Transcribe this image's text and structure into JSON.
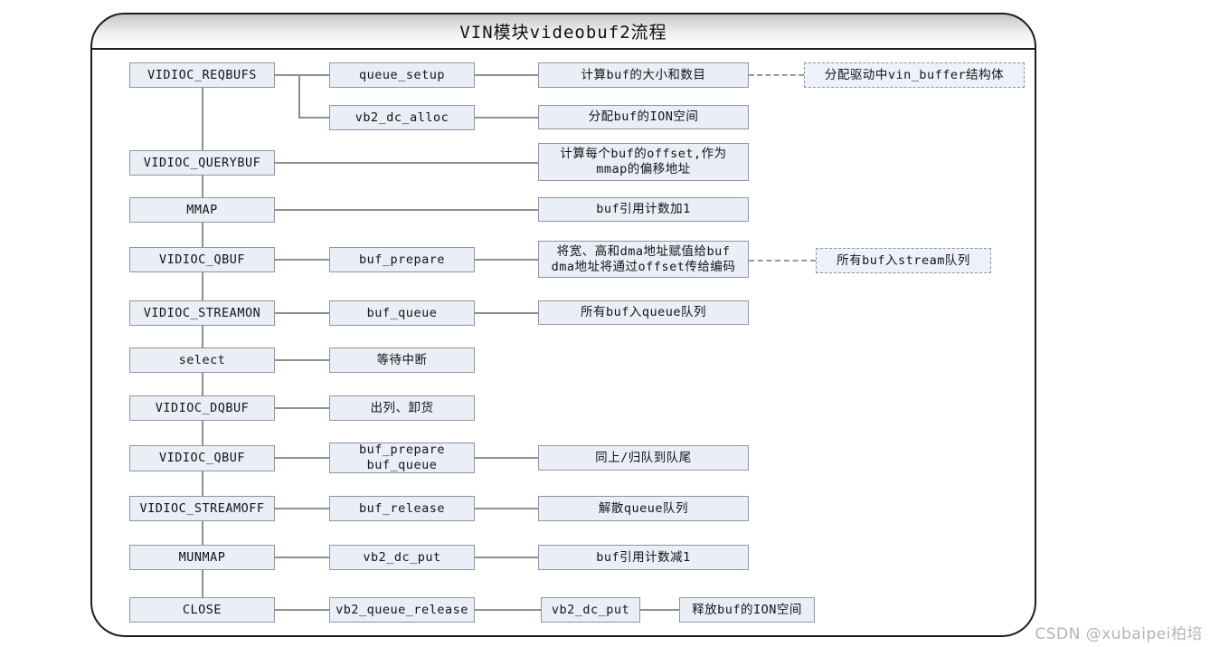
{
  "title": "VIN模块videobuf2流程",
  "watermark": "CSDN @xubaipei柏培",
  "colors": {
    "node_fill": "#e9eef7",
    "node_border": "#8f96a0",
    "connector": "#8f8f8f",
    "frame_border": "#1c1c1c",
    "title_gradient_top": "#c7c7c7"
  },
  "nodes": {
    "reqbufs": {
      "label": "VIDIOC_REQBUFS"
    },
    "queue_setup": {
      "label": "queue_setup"
    },
    "calc_buf": {
      "label": "计算buf的大小和数目"
    },
    "alloc_struct": {
      "label": "分配驱动中vin_buffer结构体"
    },
    "vb2_dc_alloc": {
      "label": "vb2_dc_alloc"
    },
    "alloc_ion": {
      "label": "分配buf的ION空间"
    },
    "querybuf": {
      "label": "VIDIOC_QUERYBUF"
    },
    "calc_offset": {
      "label": "计算每个buf的offset,作为\nmmap的偏移地址"
    },
    "mmap": {
      "label": "MMAP"
    },
    "refcount_inc": {
      "label": "buf引用计数加1"
    },
    "qbuf": {
      "label": "VIDIOC_QBUF"
    },
    "buf_prepare": {
      "label": "buf_prepare"
    },
    "assign_dma": {
      "label": "将宽、高和dma地址赋值给buf\ndma地址将通过offset传给编码"
    },
    "stream_queue": {
      "label": "所有buf入stream队列"
    },
    "streamon": {
      "label": "VIDIOC_STREAMON"
    },
    "buf_queue": {
      "label": "buf_queue"
    },
    "all_queue": {
      "label": "所有buf入queue队列"
    },
    "select": {
      "label": "select"
    },
    "wait_irq": {
      "label": "等待中断"
    },
    "dqbuf": {
      "label": "VIDIOC_DQBUF"
    },
    "dequeue_unload": {
      "label": "出列、卸货"
    },
    "qbuf2": {
      "label": "VIDIOC_QBUF"
    },
    "prepare_queue": {
      "label": "buf_prepare\nbuf_queue"
    },
    "requeue_tail": {
      "label": "同上/归队到队尾"
    },
    "streamoff": {
      "label": "VIDIOC_STREAMOFF"
    },
    "buf_release": {
      "label": "buf_release"
    },
    "disband_queue": {
      "label": "解散queue队列"
    },
    "munmap": {
      "label": "MUNMAP"
    },
    "vb2_dc_put1": {
      "label": "vb2_dc_put"
    },
    "refcount_dec": {
      "label": "buf引用计数减1"
    },
    "close": {
      "label": "CLOSE"
    },
    "vb2_queue_release": {
      "label": "vb2_queue_release"
    },
    "vb2_dc_put2": {
      "label": "vb2_dc_put"
    },
    "free_ion": {
      "label": "释放buf的ION空间"
    }
  }
}
